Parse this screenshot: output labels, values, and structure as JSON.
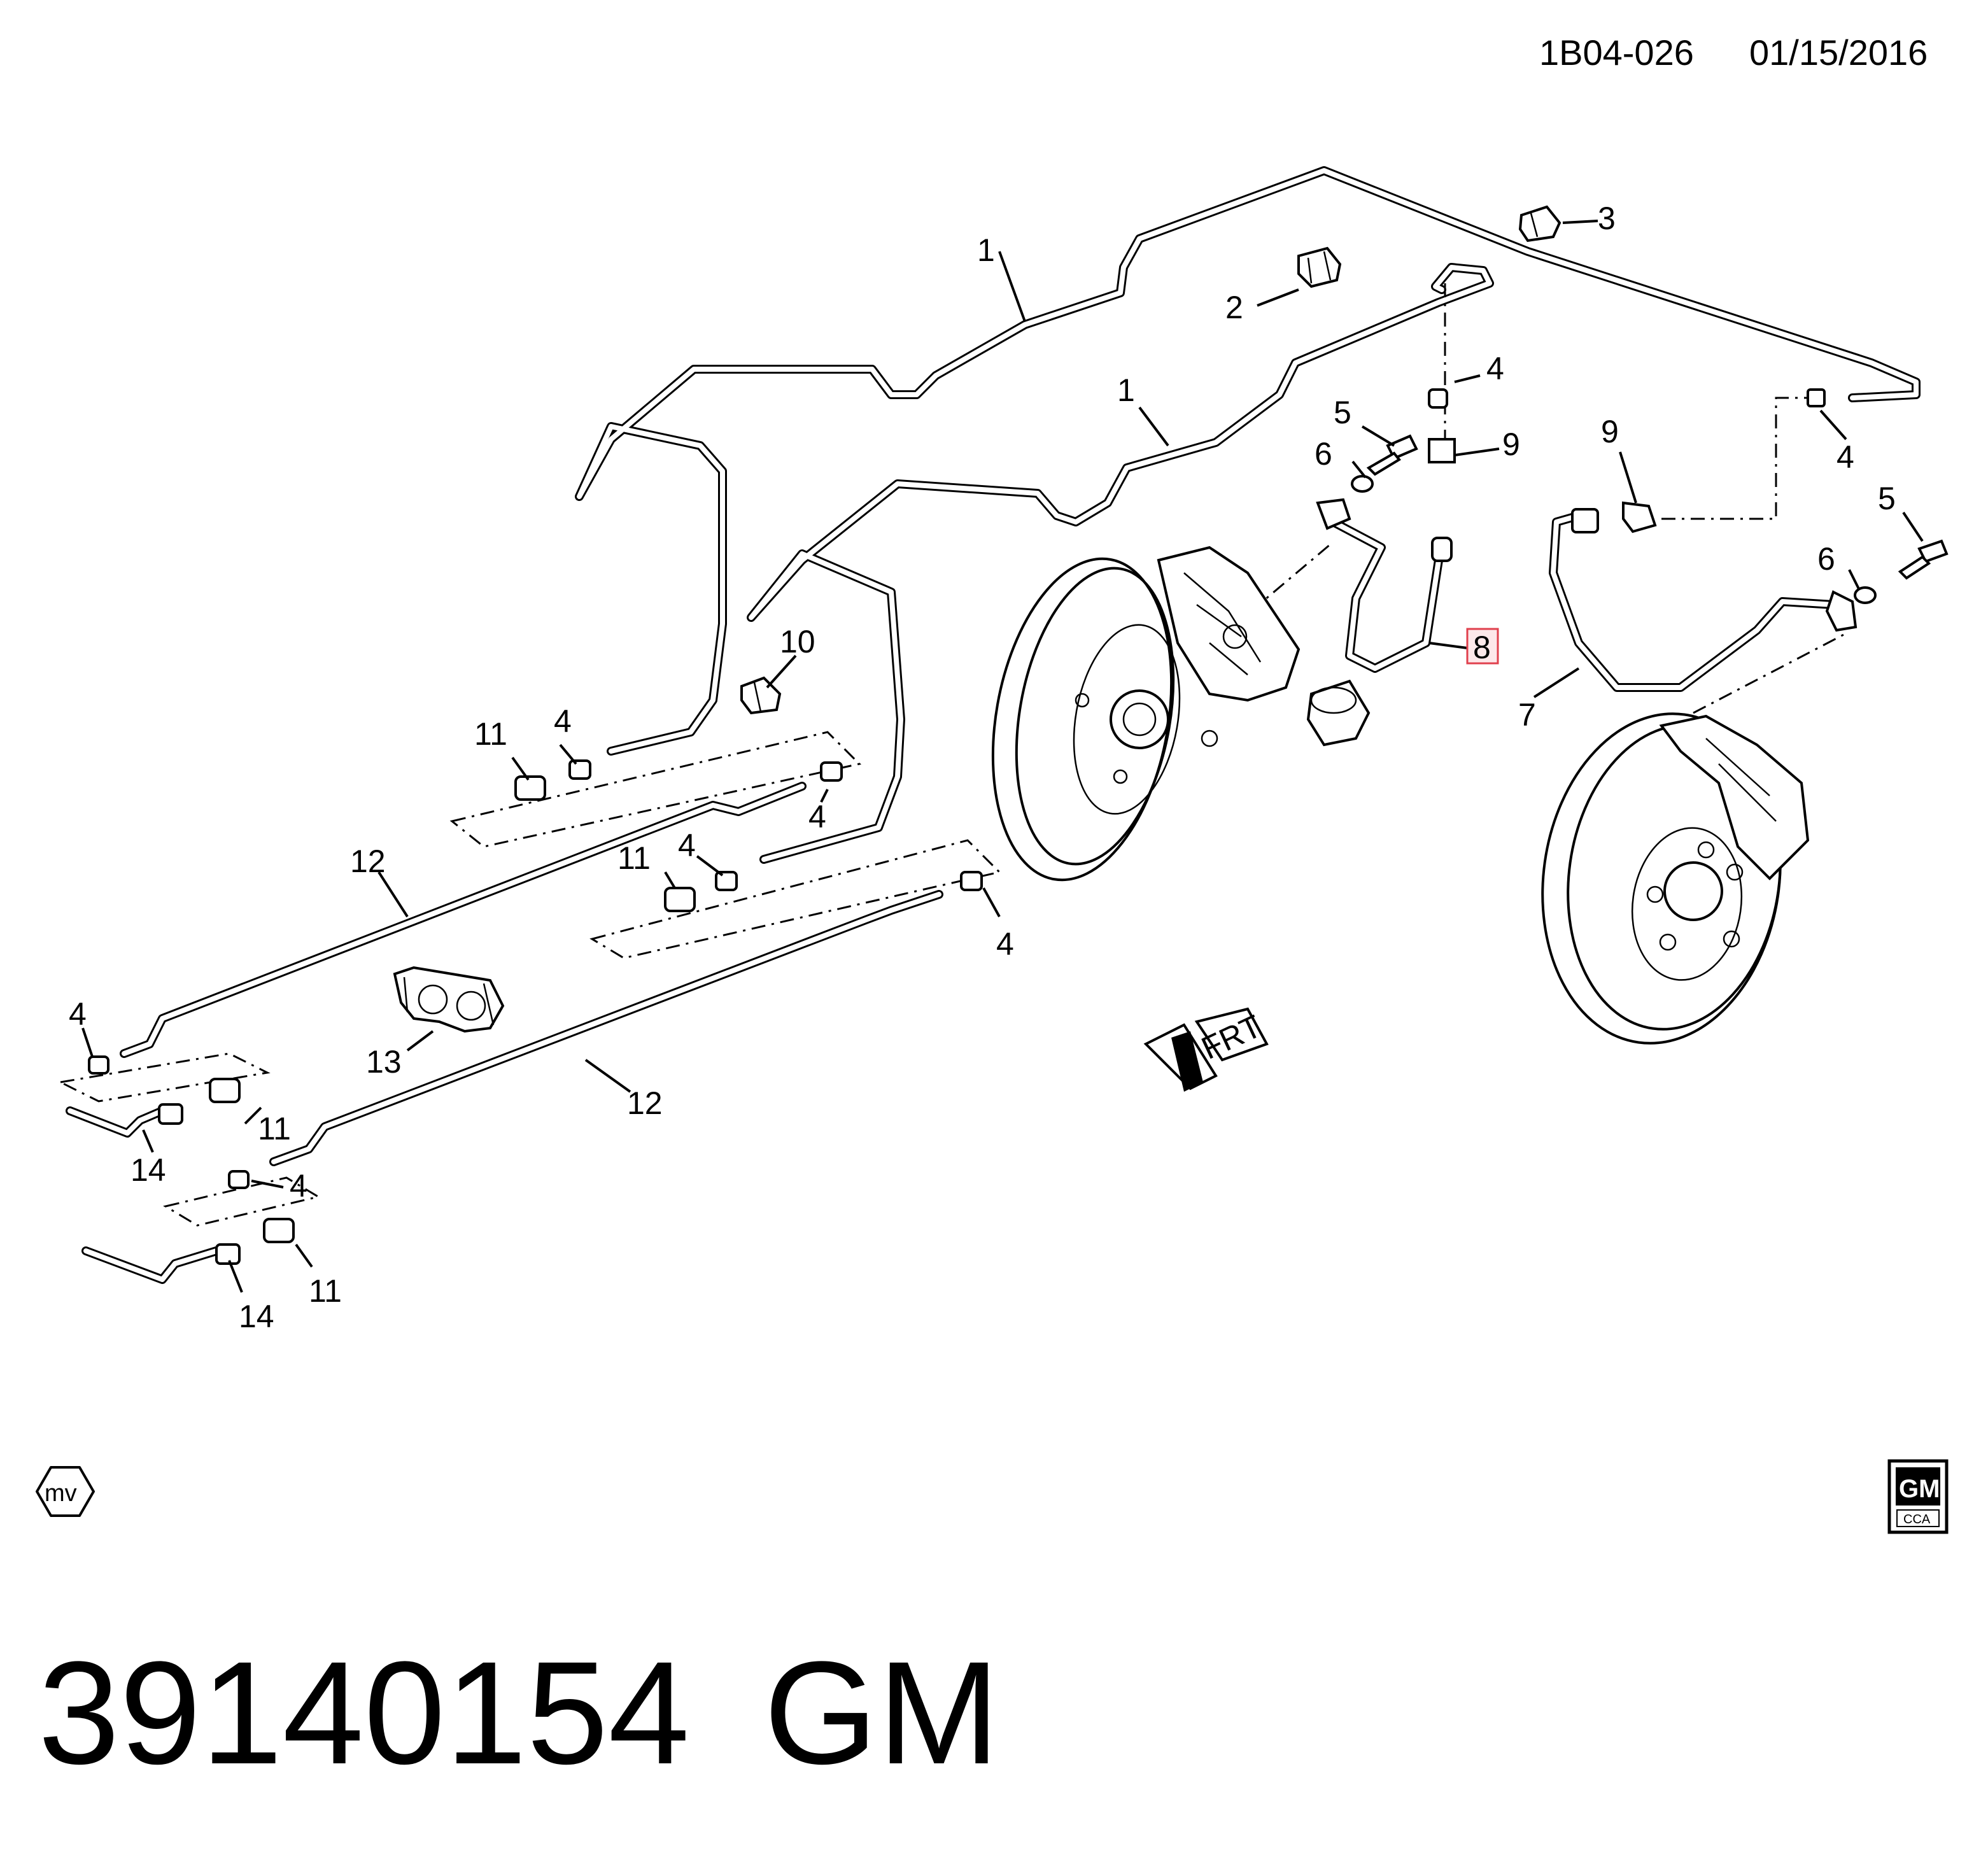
{
  "header": {
    "doc_code": "1B04-026",
    "date": "01/15/2016"
  },
  "footer": {
    "part_number": "39140154",
    "brand": "GM"
  },
  "badges": {
    "left": "mv",
    "right_top": "GM",
    "right_bottom": "CCA"
  },
  "direction_marker": {
    "label": "FRT"
  },
  "highlight_color": "#e0404d",
  "callouts": {
    "c1a": "1",
    "c1b": "1",
    "c2": "2",
    "c3": "3",
    "c4a": "4",
    "c4b": "4",
    "c4c": "4",
    "c4d": "4",
    "c4e": "4",
    "c4f": "4",
    "c4g": "4",
    "c4h": "4",
    "c5a": "5",
    "c5b": "5",
    "c6a": "6",
    "c6b": "6",
    "c7": "7",
    "c8": "8",
    "c9a": "9",
    "c9b": "9",
    "c10": "10",
    "c11a": "11",
    "c11b": "11",
    "c11c": "11",
    "c11d": "11",
    "c12a": "12",
    "c12b": "12",
    "c13": "13",
    "c14a": "14",
    "c14b": "14"
  }
}
